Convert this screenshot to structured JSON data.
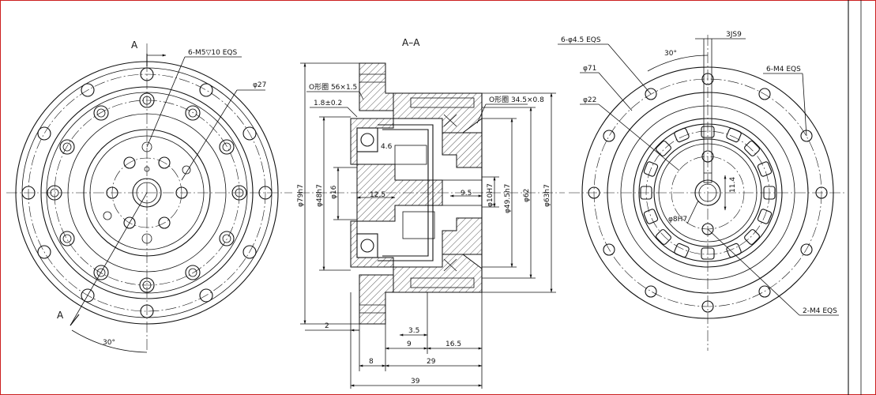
{
  "colors": {
    "line": "#111111",
    "frame": "#cc1f1f",
    "background": "#ffffff"
  },
  "views": {
    "front": {
      "section_marks": [
        "A",
        "A"
      ],
      "thread_callout": "6-M5▽10 EQS",
      "diameter_27": "φ27",
      "angle": "30°"
    },
    "section": {
      "title": "A–A",
      "oring_1": "O形圈 56×1.5",
      "oring_2": "O形圈 34.5×0.8",
      "chamfer": "1.8±0.2",
      "dia_79": "φ79h7",
      "dia_48": "φ48h7",
      "dia_16": "φ16",
      "dim_4_6": "4.6",
      "dim_12_5": "12.5",
      "dim_9_5": "9.5",
      "dia_10": "φ10H7",
      "dia_49": "φ49.5h7",
      "dia_62": "φ62",
      "dia_63": "φ63h7",
      "dim_2": "2",
      "dim_3_5": "3.5",
      "dim_9": "9",
      "dim_16_5": "16.5",
      "dim_8": "8",
      "dim_29": "29",
      "dim_39": "39"
    },
    "rear": {
      "holes_45": "6-φ4.5 EQS",
      "angle": "30°",
      "keyway": "3JS9",
      "threads_m4": "6-M4 EQS",
      "dia_71": "φ71",
      "dia_22": "φ22",
      "dim_11_4": "11.4",
      "bore": "φ8H7",
      "threads_2m4": "2-M4 EQS"
    }
  }
}
